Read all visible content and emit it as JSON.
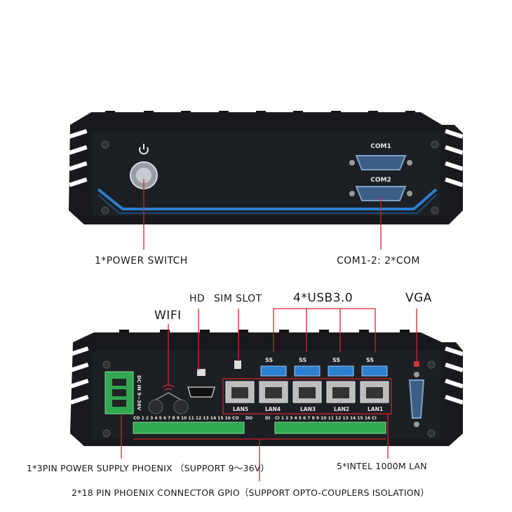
{
  "front_panel": {
    "com1_label": "COM1",
    "com2_label": "COM2",
    "power_symbol": "power-icon"
  },
  "callouts_front": {
    "power_switch": "1*POWER SWITCH",
    "com": "COM1-2: 2*COM"
  },
  "callouts_rear": {
    "hd": "HD",
    "sim_slot": "SIM SLOT",
    "usb": "4*USB3.0",
    "vga": "VGA",
    "wifi": "WIFI",
    "power_supply": "1*3PIN POWER SUPPLY PHOENIX （SUPPORT 9～36V）",
    "lan": "5*INTEL 1000M LAN",
    "gpio": "2*18 PIN PHOENIX CONNECTOR GPIO（SUPPORT OPTO-COUPLERS ISOLATION）"
  },
  "rear_panel": {
    "dc_in": "DC IN 9~36V",
    "usb_badge": "SS",
    "lan_labels": [
      "LAN5",
      "LAN4",
      "LAN3",
      "LAN2",
      "LAN1"
    ],
    "gpio_left_numbers": "CO 1 2 3 4 5 6 7 8 9 10 11 12 13 14 15 16 CO",
    "gpio_left_tag": "DO",
    "gpio_right_tag": "DI",
    "gpio_right_numbers": "CI 1 2 3 4 5 6 7 8 9 10 11 12 13 14 15 16 CI"
  },
  "colors": {
    "chassis": "#15171b",
    "accent_blue": "#2d7fd0",
    "callout_red": "#d8212b",
    "terminal_green": "#2fa84f"
  }
}
